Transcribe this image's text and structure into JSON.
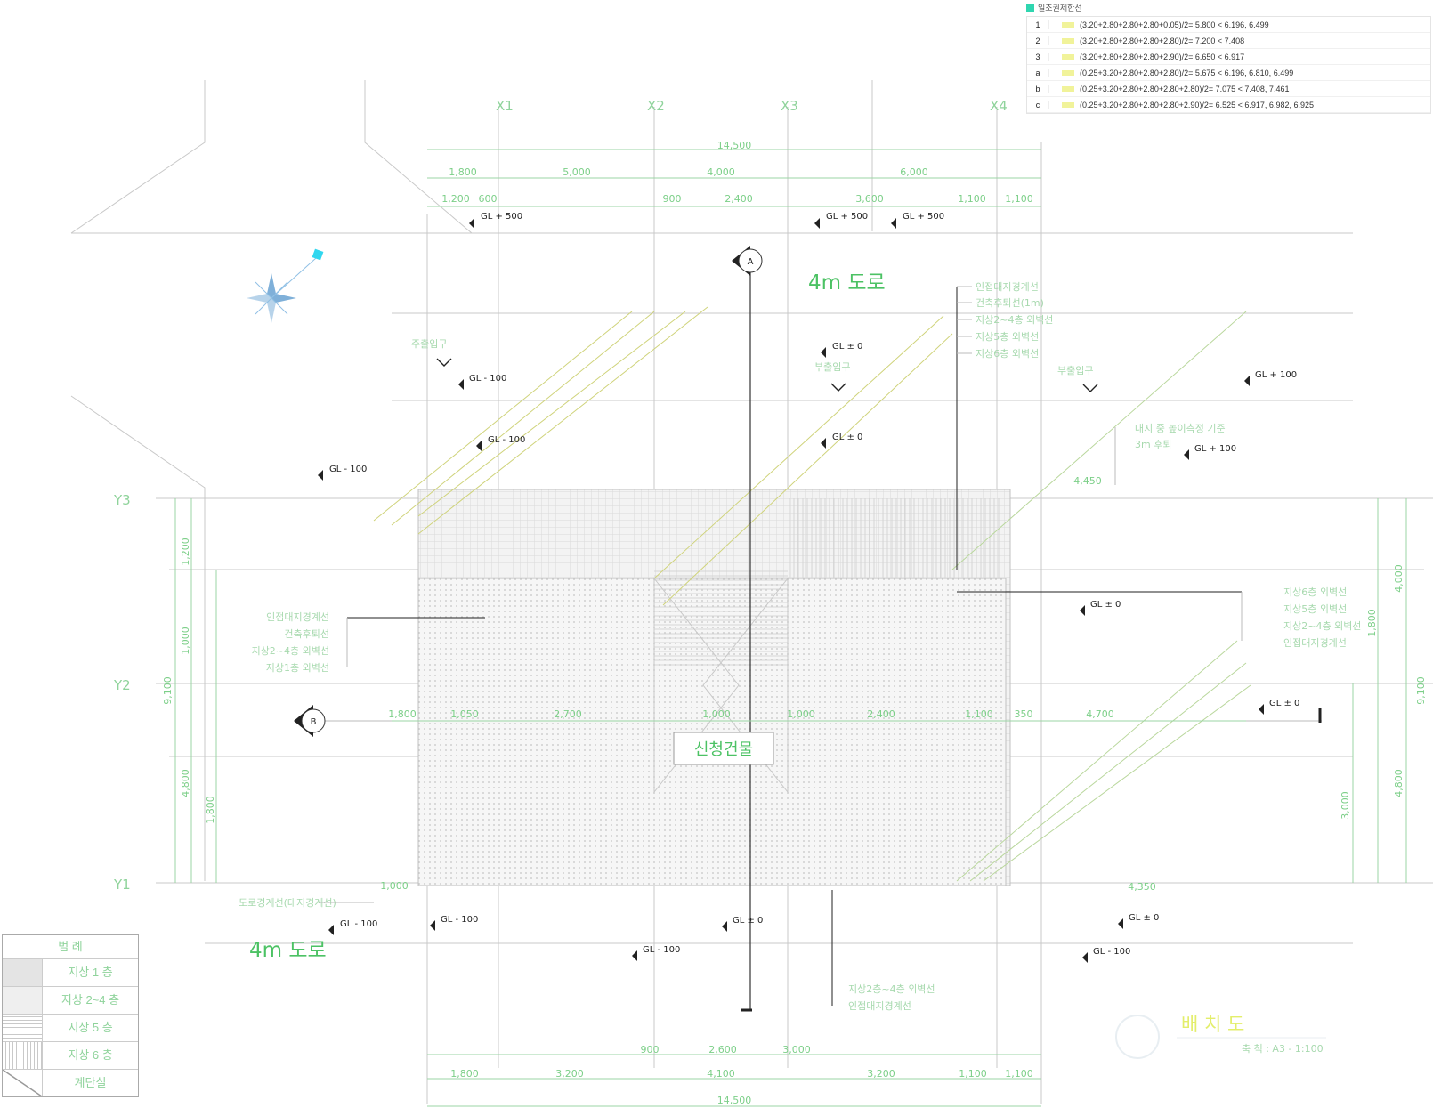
{
  "drawing": {
    "road_top": "4m 도로",
    "road_bottom": "4m 도로",
    "building_label": "신청건물",
    "scale_note": "축 척 : A3 - 1:100",
    "title": "배 치 도",
    "section_a": "A",
    "section_b": "B",
    "north_arrow": "north-arrow-icon"
  },
  "grid": {
    "x": [
      "X1",
      "X2",
      "X3",
      "X4"
    ],
    "y": [
      "Y3",
      "Y2",
      "Y1"
    ]
  },
  "dimensions": {
    "total_top": "14,500",
    "total_bottom": "14,500",
    "top_row1": [
      "1,800",
      "5,000",
      "4,000",
      "6,000"
    ],
    "top_row2": [
      "1,200",
      "600",
      "900",
      "2,400",
      "3,600",
      "1,100",
      "1,100"
    ],
    "bottom_row": [
      "1,800",
      "3,200",
      "4,100",
      "3,200",
      "1,100",
      "1,100"
    ],
    "bottom_row2": [
      "900",
      "2,600",
      "3,000"
    ],
    "mid_row": [
      "1,800",
      "1,050",
      "2,700",
      "1,000",
      "1,000",
      "2,400",
      "1,100",
      "350",
      "4,700"
    ],
    "left_vertical": [
      "9,100",
      "4,800",
      "1,200",
      "1,000",
      "1,800"
    ],
    "right_vertical": [
      "9,100",
      "4,000",
      "4,800",
      "1,800",
      "3,000"
    ],
    "misc": [
      "4,450",
      "4,350",
      "1,000"
    ]
  },
  "levels": [
    "GL + 500",
    "GL + 500",
    "GL + 500",
    "GL ± 0",
    "GL - 100",
    "GL - 100",
    "GL ± 0",
    "GL + 100",
    "GL - 100",
    "GL + 100",
    "GL ± 0",
    "GL ± 0",
    "GL - 100",
    "GL - 100",
    "GL ± 0",
    "GL - 100",
    "GL ± 0",
    "GL - 100"
  ],
  "annotations": {
    "top_right_leaders": [
      "인접대지경계선",
      "건축후퇴선(1m)",
      "지상2~4층 외벽선",
      "지상5층 외벽선",
      "지상6층 외벽선"
    ],
    "left_leaders": [
      "인접대지경계선",
      "건축후퇴선",
      "지상2~4층 외벽선",
      "지상1층 외벽선"
    ],
    "right_leaders": [
      "지상6층 외벽선",
      "지상5층 외벽선",
      "지상2~4층 외벽선",
      "인접대지경계선"
    ],
    "bottom_leaders": [
      "지상2층~4층 외벽선",
      "인접대지경계선"
    ],
    "bottom_left_note": "도로경계선(대지경계선)",
    "entrance_1": "주출입구",
    "entrance_2": "부출입구",
    "entrance_3": "부출입구",
    "far_right_note_1": "대지 중 높이측정 기준",
    "far_right_note_2": "3m 후퇴"
  },
  "daylight_legend": {
    "title": "일조권제한선",
    "rows": [
      {
        "key": "1",
        "text": "(3.20+2.80+2.80+2.80+0.05)/2= 5.800 < 6.196, 6.499"
      },
      {
        "key": "2",
        "text": "(3.20+2.80+2.80+2.80+2.80)/2= 7.200 < 7.408"
      },
      {
        "key": "3",
        "text": "(3.20+2.80+2.80+2.80+2.90)/2= 6.650 < 6.917"
      },
      {
        "key": "a",
        "text": "(0.25+3.20+2.80+2.80+2.80)/2= 5.675 < 6.196, 6.810, 6.499"
      },
      {
        "key": "b",
        "text": "(0.25+3.20+2.80+2.80+2.80+2.80)/2= 7.075 < 7.408, 7.461"
      },
      {
        "key": "c",
        "text": "(0.25+3.20+2.80+2.80+2.80+2.90)/2= 6.525 < 6.917, 6.982, 6.925"
      }
    ],
    "swatch_color": "#2fd6b0"
  },
  "floor_legend": {
    "title": "범   례",
    "rows": [
      "지상 1 층",
      "지상 2~4 층",
      "지상 5 층",
      "지상 6 층",
      "계단실"
    ]
  },
  "colors": {
    "accent_green": "#4cc264",
    "dimension_green": "#9bd5a4",
    "hatch_gray": "#d2d2d2",
    "diagonal_yellow": "#cfd37a"
  }
}
